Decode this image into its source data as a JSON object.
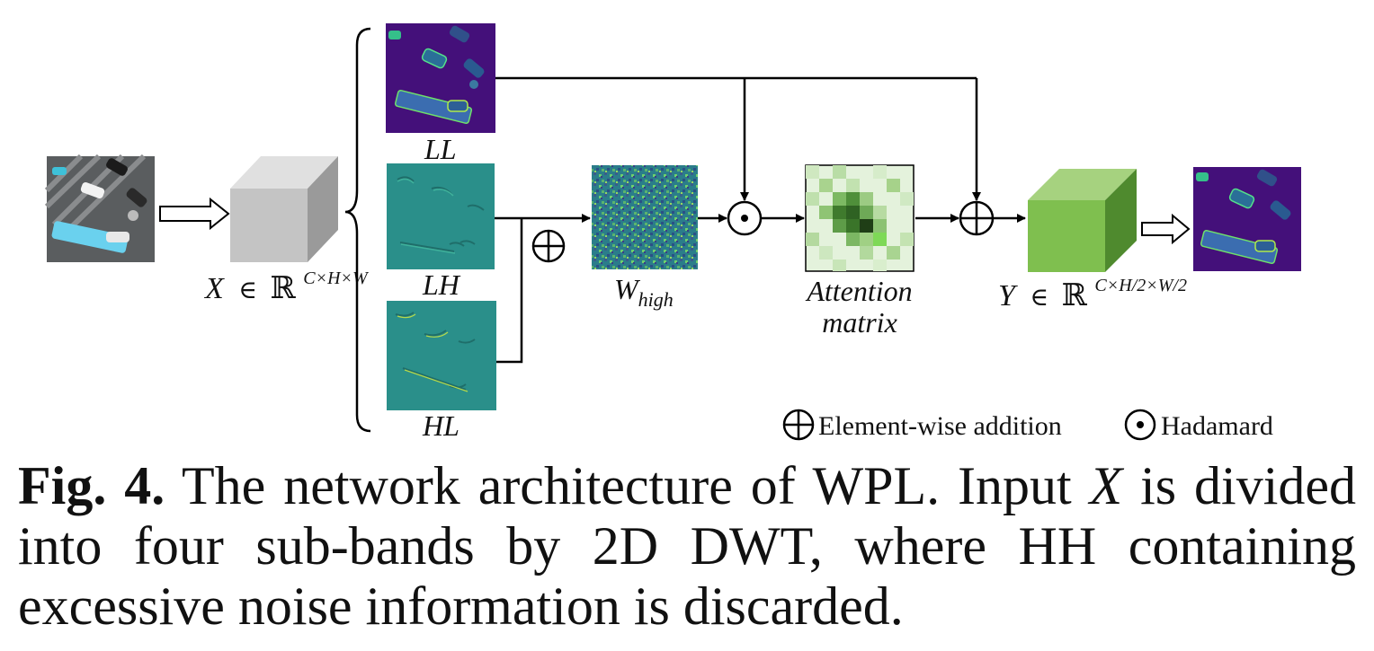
{
  "diagram": {
    "input_label": {
      "var": "X",
      "rel": "∈",
      "set": "ℝ",
      "sup": "C×H×W"
    },
    "subbands": {
      "ll": "LL",
      "lh": "LH",
      "hl": "HL"
    },
    "w_high": {
      "base": "W",
      "sub": "high"
    },
    "attention": {
      "line1": "Attention",
      "line2": "matrix"
    },
    "output_label": {
      "var": "Y",
      "rel": "∈",
      "set": "ℝ",
      "sup": "C×H/2×W/2"
    },
    "legend": {
      "add_label": "Element-wise addition",
      "hadamard_label": "Hadamard"
    },
    "colors": {
      "gray_cube": "#c4c4c4",
      "green_cube": "#7fbf4f",
      "feature_bg": "#44107a",
      "subband_bg": "#2a8f8a"
    }
  },
  "caption": {
    "fig_label": "Fig. 4.",
    "part1": "The network architecture of WPL. Input",
    "var": "X",
    "part2": "is divided into four sub-bands by 2D DWT, where HH containing excessive noise information is discarded."
  }
}
